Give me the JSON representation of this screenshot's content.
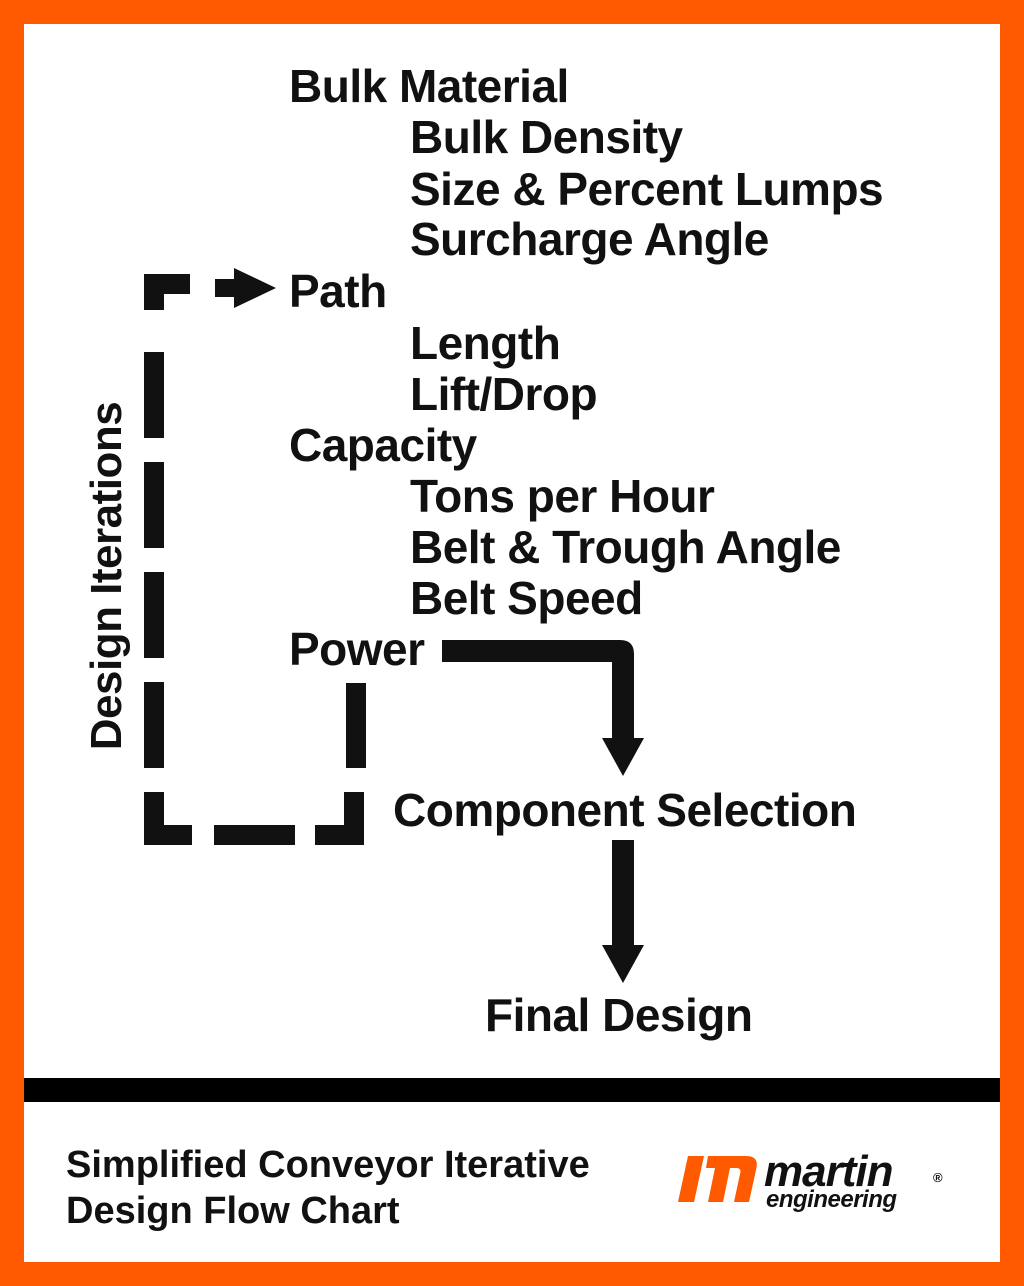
{
  "flow": {
    "bulk_material": "Bulk Material",
    "bulk_density": "Bulk Density",
    "size_lumps": "Size & Percent Lumps",
    "surcharge_angle": "Surcharge Angle",
    "path": "Path",
    "length": "Length",
    "lift_drop": "Lift/Drop",
    "capacity": "Capacity",
    "tons_per_hour": "Tons per Hour",
    "belt_trough_angle": "Belt & Trough Angle",
    "belt_speed": "Belt Speed",
    "power": "Power",
    "component_selection": "Component Selection",
    "final_design": "Final Design",
    "loop_label": "Design Iterations"
  },
  "caption": {
    "line1": "Simplified Conveyor Iterative",
    "line2": "Design Flow Chart"
  },
  "logo": {
    "name": "martin",
    "sub": "engineering",
    "registered": "®"
  },
  "colors": {
    "frame": "#FF5A00",
    "panel": "#ffffff",
    "ink": "#111111"
  }
}
